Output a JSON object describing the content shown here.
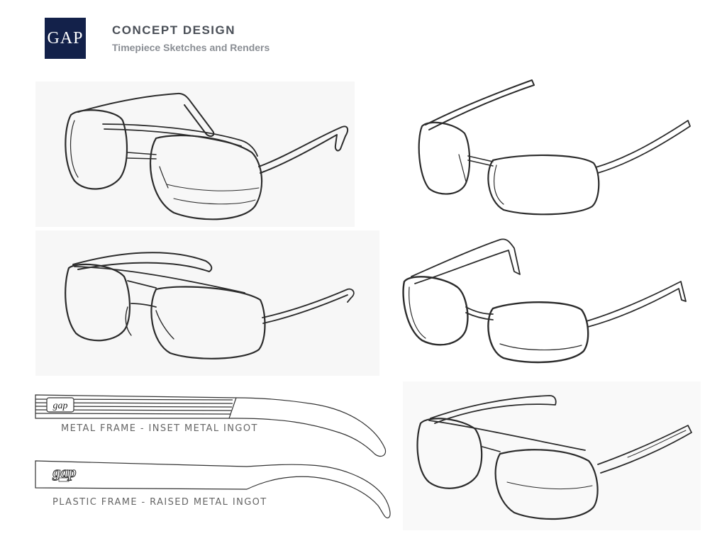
{
  "header": {
    "logo_text": "GAP",
    "title": "CONCEPT DESIGN",
    "subtitle": "Timepiece Sketches and Renders"
  },
  "brand_colors": {
    "logo_bg": "#13214a",
    "title": "#4a4f57",
    "subtitle": "#8a8e94"
  },
  "labels": {
    "metal_frame": "METAL FRAME - INSET METAL INGOT",
    "plastic_frame": "PLASTIC FRAME - RAISED METAL INGOT"
  },
  "ingots": {
    "metal": "gap",
    "plastic": "gap"
  }
}
